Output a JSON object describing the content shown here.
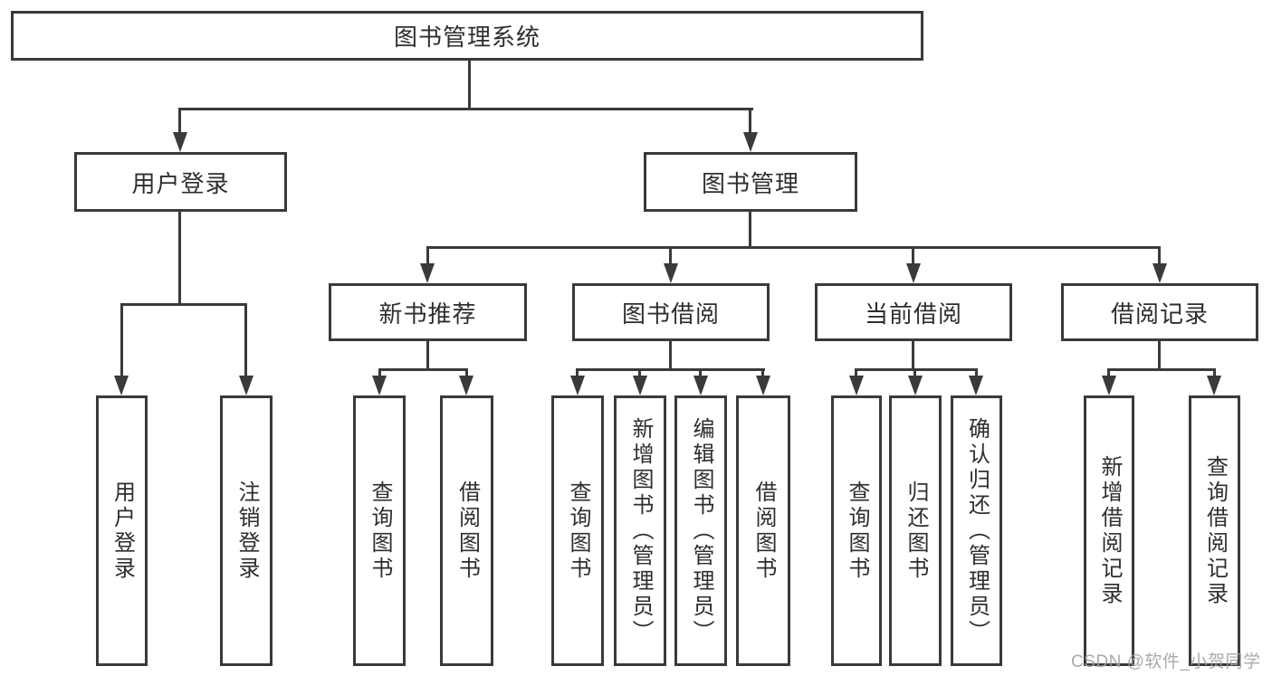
{
  "diagram_title": "图书管理系统",
  "tree": {
    "root": {
      "label": "图书管理系统"
    },
    "branches": [
      {
        "label": "用户登录",
        "children": [
          {
            "label": "用户登录"
          },
          {
            "label": "注销登录"
          }
        ]
      },
      {
        "label": "图书管理",
        "children": [
          {
            "label": "新书推荐",
            "children": [
              {
                "label": "查询图书"
              },
              {
                "label": "借阅图书"
              }
            ]
          },
          {
            "label": "图书借阅",
            "children": [
              {
                "label": "查询图书"
              },
              {
                "label": "新增图书（管理员）"
              },
              {
                "label": "编辑图书（管理员）"
              },
              {
                "label": "借阅图书"
              }
            ]
          },
          {
            "label": "当前借阅",
            "children": [
              {
                "label": "查询图书"
              },
              {
                "label": "归还图书"
              },
              {
                "label": "确认归还（管理员）"
              }
            ]
          },
          {
            "label": "借阅记录",
            "children": [
              {
                "label": "新增借阅记录"
              },
              {
                "label": "查询借阅记录"
              }
            ]
          }
        ]
      }
    ]
  },
  "watermark": "CSDN @软件_小贺同学",
  "colors": {
    "line": "#3a3a3a",
    "text": "#2e2e2e",
    "background": "#ffffff",
    "watermark": "#a3a3a3"
  }
}
